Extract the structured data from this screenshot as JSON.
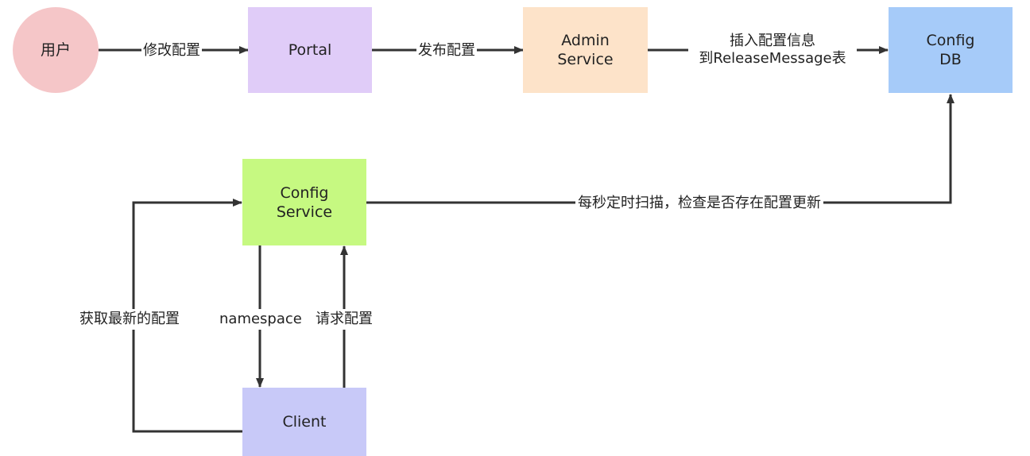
{
  "colors": {
    "user": "#f5c6c8",
    "portal": "#e0ccf8",
    "admin": "#fde3c9",
    "configdb": "#a6cbf9",
    "configservice": "#c6f981",
    "client": "#c8c9f8",
    "edge": "#333333"
  },
  "nodes": {
    "user": {
      "lines": [
        "用户"
      ]
    },
    "portal": {
      "lines": [
        "Portal"
      ]
    },
    "admin": {
      "lines": [
        "Admin",
        "Service"
      ]
    },
    "configdb": {
      "lines": [
        "Config",
        "DB"
      ]
    },
    "configservice": {
      "lines": [
        "Config",
        "Service"
      ]
    },
    "client": {
      "lines": [
        "Client"
      ]
    }
  },
  "edges": {
    "user_portal": "修改配置",
    "portal_admin": "发布配置",
    "admin_db": {
      "line1": "插入配置信息",
      "line2": "到ReleaseMessage表"
    },
    "service_db": "每秒定时扫描，检查是否存在配置更新",
    "client_service_latest": "获取最新的配置",
    "service_client": "namespace",
    "client_service_request": "请求配置"
  }
}
